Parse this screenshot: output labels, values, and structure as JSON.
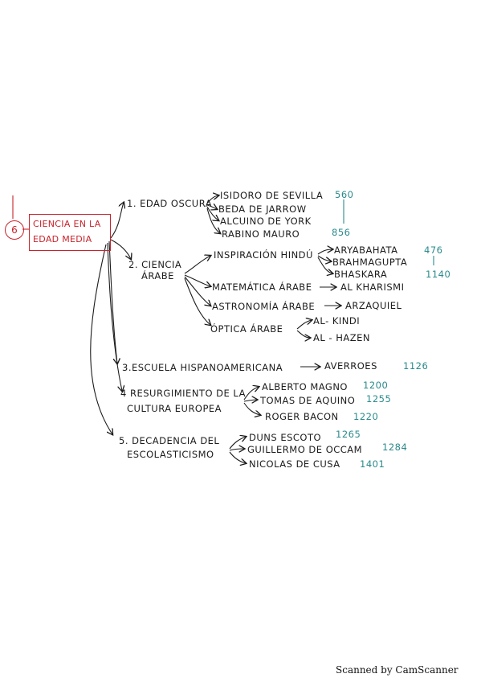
{
  "title": {
    "number": "6",
    "line1": "CIENCIA EN LA",
    "line2": "EDAD MEDIA"
  },
  "sections": {
    "s1": {
      "label": "1. EDAD OSCURA",
      "items": [
        "ISIDORO DE SEVILLA",
        "BEDA DE JARROW",
        "ALCUINO DE YORK",
        "RABINO MAURO"
      ],
      "year_start": "560",
      "year_end": "856"
    },
    "s2": {
      "label_line1": "2. CIENCIA",
      "label_line2": "ÁRABE",
      "inspiracion": "INSPIRACIÓN HINDÚ",
      "hindu": [
        "ARYABAHATA",
        "BRAHMAGUPTA",
        "BHASKARA"
      ],
      "hindu_year_start": "476",
      "hindu_year_end": "1140",
      "matematica": "MATEMÁTICA ÁRABE",
      "matematica_who": "AL KHARISMI",
      "astronomia": "ASTRONOMÍA ÁRABE",
      "astronomia_who": "ARZAQUIEL",
      "optica": "ÓPTICA ÁRABE",
      "optica_who": [
        "AL- KINDI",
        "AL - HAZEN"
      ]
    },
    "s3": {
      "label": "3.ESCUELA HISPANOAMERICANA",
      "who": "AVERROES",
      "year": "1126"
    },
    "s4": {
      "label_line1": "4 RESURGIMIENTO DE LA",
      "label_line2": "CULTURA EUROPEA",
      "items": [
        {
          "name": "ALBERTO MAGNO",
          "year": "1200"
        },
        {
          "name": "TOMAS DE AQUINO",
          "year": "1255"
        },
        {
          "name": "ROGER BACON",
          "year": "1220"
        }
      ]
    },
    "s5": {
      "label_line1": "5. DECADENCIA DEL",
      "label_line2": "ESCOLASTICISMO",
      "items": [
        {
          "name": "DUNS ESCOTO",
          "year": "1265"
        },
        {
          "name": "GUILLERMO DE OCCAM",
          "year": "1284"
        },
        {
          "name": "NICOLAS DE CUSA",
          "year": "1401"
        }
      ]
    }
  },
  "footer": "Scanned by CamScanner",
  "colors": {
    "ink": "#1c1c1c",
    "red": "#c8232c",
    "teal": "#2a8a8c"
  }
}
